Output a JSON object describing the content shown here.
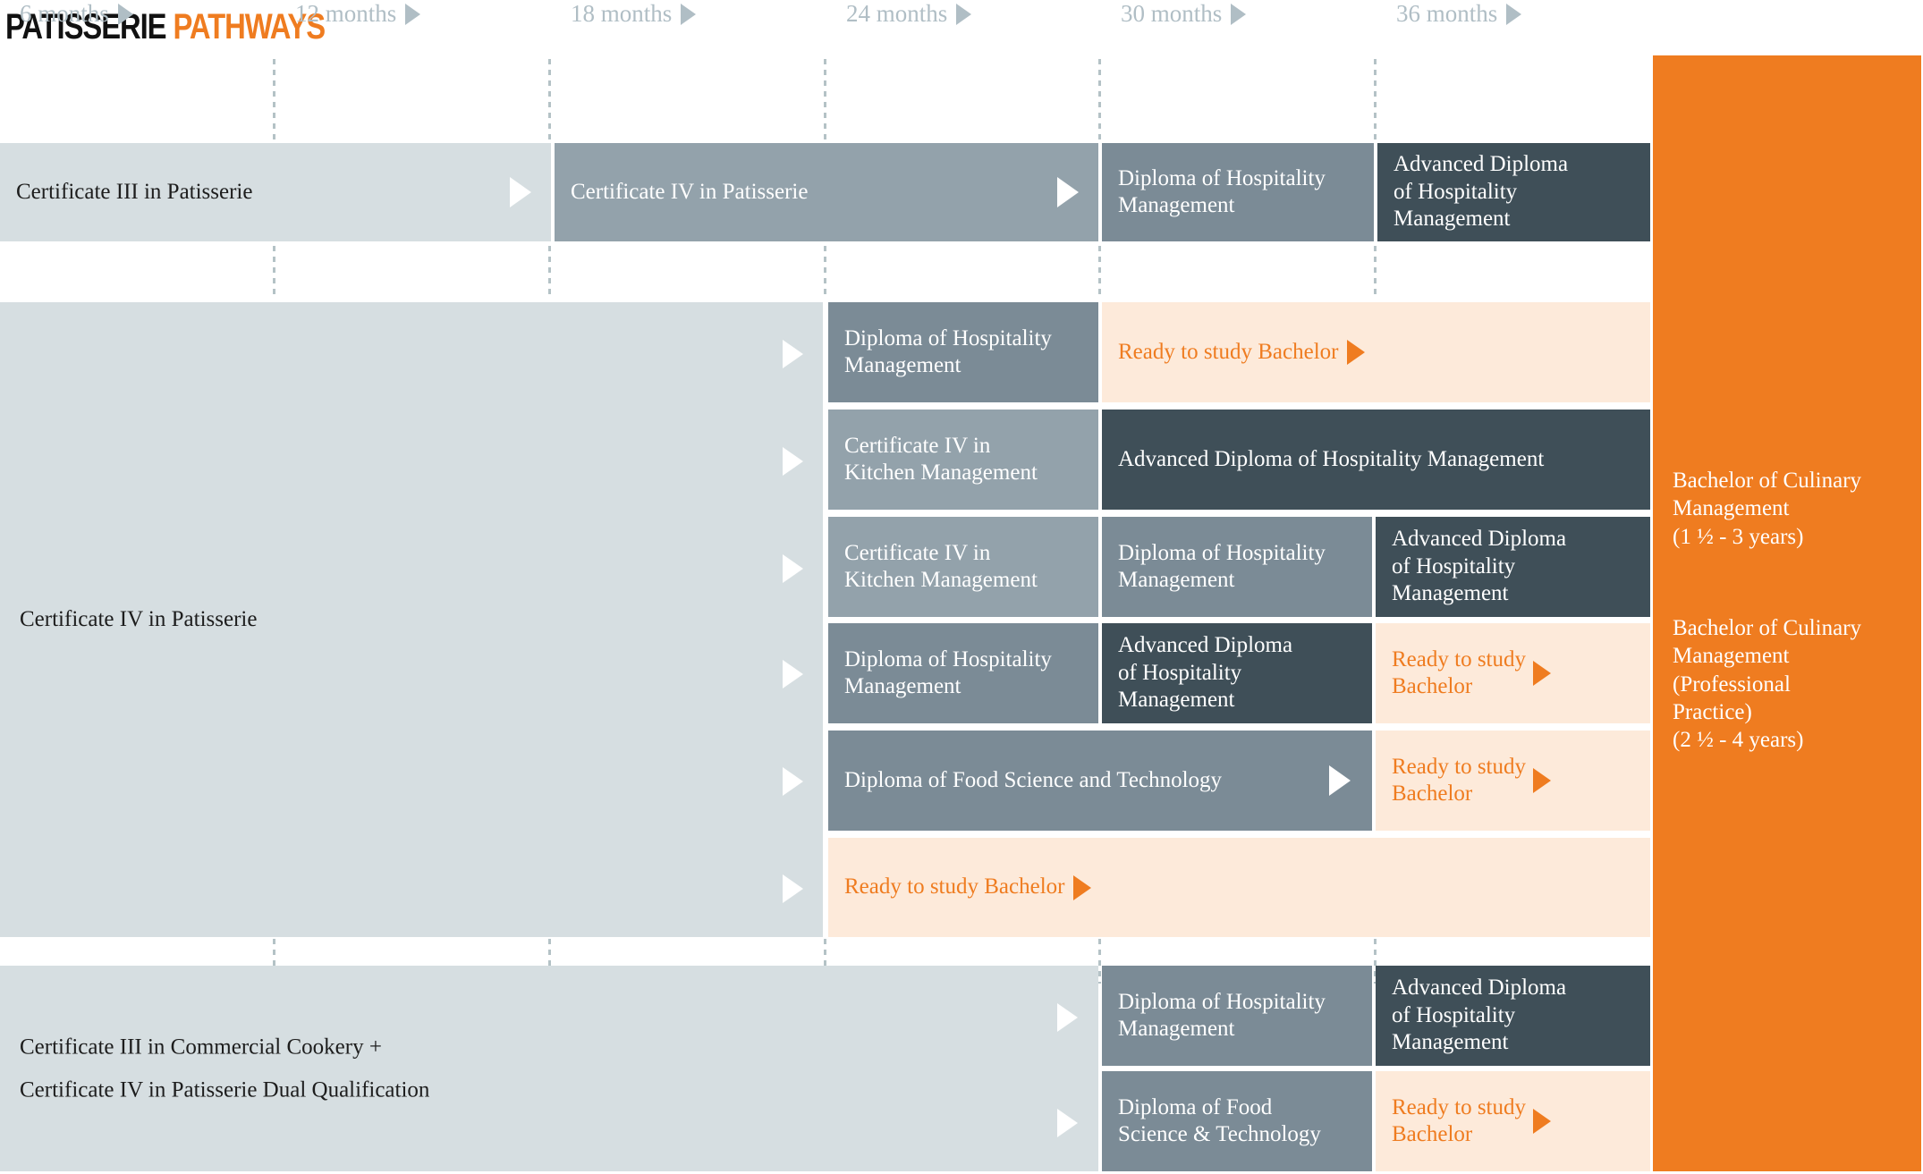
{
  "title": {
    "part1": "PATISSERIE ",
    "part2": "PATHWAYS"
  },
  "colors": {
    "orange": "#ef7c20",
    "cream": "#fdeada",
    "pale": "#d6dee1",
    "mid": "#93a2ab",
    "mid2": "#7b8b96",
    "dark": "#3f4f58",
    "timeline_grey": "#b0bec5"
  },
  "timeline": [
    {
      "label": "6 months"
    },
    {
      "label": "12 months"
    },
    {
      "label": "18 months"
    },
    {
      "label": "24 months"
    },
    {
      "label": "30 months"
    },
    {
      "label": "36 months"
    }
  ],
  "row1": {
    "cert3": "Certificate III in Patisserie",
    "cert4": "Certificate IV in Patisserie",
    "diploma": "Diploma of Hospitality\nManagement",
    "adv_diploma": "Advanced Diploma\nof Hospitality\nManagement"
  },
  "row2": {
    "spine_label": "Certificate IV in Patisserie",
    "paths": [
      {
        "cells": [
          {
            "text": "Diploma of Hospitality\nManagement",
            "style": "mid2"
          },
          {
            "text": "Ready to study Bachelor",
            "style": "cream",
            "arrow": "inline"
          }
        ]
      },
      {
        "cells": [
          {
            "text": "Certificate IV in\nKitchen Management",
            "style": "mid"
          },
          {
            "text": "Advanced Diploma of Hospitality Management",
            "style": "dark"
          }
        ]
      },
      {
        "cells": [
          {
            "text": "Certificate IV in\nKitchen Management",
            "style": "mid"
          },
          {
            "text": "Diploma of Hospitality\nManagement",
            "style": "mid2"
          },
          {
            "text": "Advanced Diploma\nof Hospitality\nManagement",
            "style": "dark"
          }
        ]
      },
      {
        "cells": [
          {
            "text": "Diploma of Hospitality\nManagement",
            "style": "mid2"
          },
          {
            "text": "Advanced Diploma\nof Hospitality\nManagement",
            "style": "dark"
          },
          {
            "text": "Ready to study\nBachelor",
            "style": "cream",
            "arrow": "inline"
          }
        ]
      },
      {
        "cells": [
          {
            "text": "Diploma of Food Science and Technology",
            "style": "mid2",
            "arrow": "right-white"
          },
          {
            "text": "Ready to study\nBachelor",
            "style": "cream",
            "arrow": "inline"
          }
        ]
      },
      {
        "cells": [
          {
            "text": "Ready to study Bachelor",
            "style": "cream",
            "arrow": "inline"
          }
        ]
      }
    ]
  },
  "row3": {
    "spine_label_line1": "Certificate III in Commercial Cookery +",
    "spine_label_line2": "Certificate IV in Patisserie Dual Qualification",
    "branches": [
      {
        "cells": [
          {
            "text": "Diploma of Hospitality\nManagement",
            "style": "mid2"
          },
          {
            "text": "Advanced Diploma\nof Hospitality\nManagement",
            "style": "dark"
          }
        ]
      },
      {
        "cells": [
          {
            "text": "Diploma of Food\nScience & Technology",
            "style": "mid2"
          },
          {
            "text": "Ready to study\nBachelor",
            "style": "cream",
            "arrow": "inline"
          }
        ]
      }
    ]
  },
  "orange_panel": {
    "block1": "Bachelor of Culinary\nManagement\n(1 ½  - 3 years)",
    "block2": "Bachelor of Culinary\nManagement\n(Professional\nPractice)\n (2 ½ - 4 years)"
  }
}
